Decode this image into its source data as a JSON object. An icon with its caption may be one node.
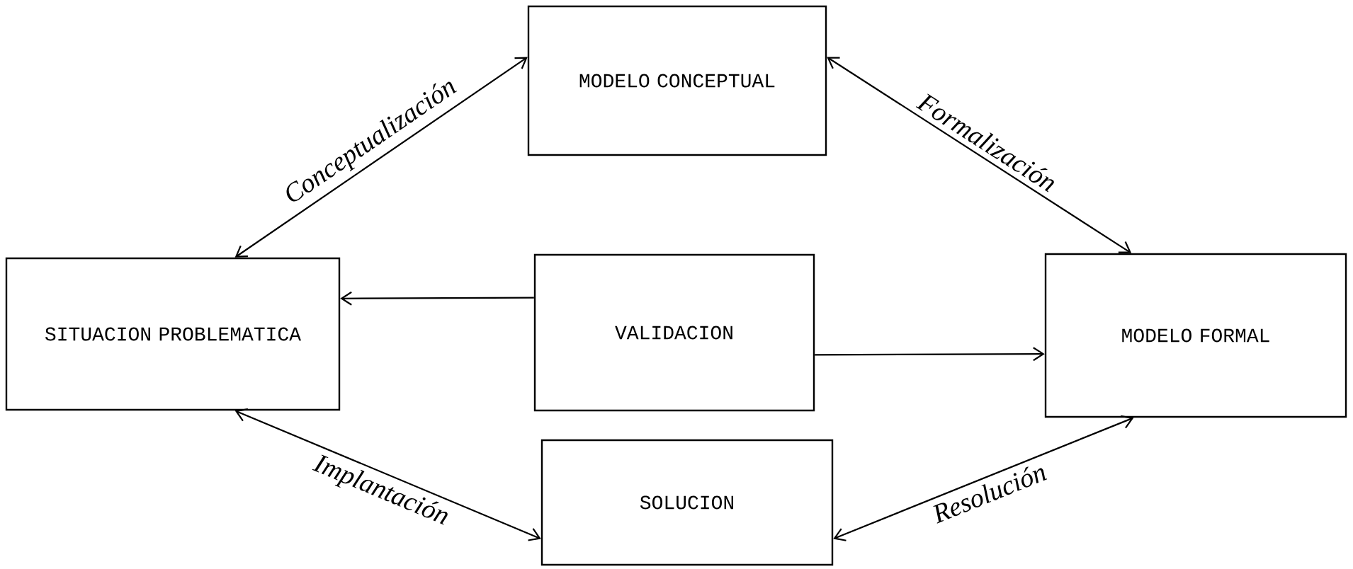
{
  "diagram": {
    "nodes": [
      {
        "text": [
          "MODELO CONCEPTUAL"
        ]
      },
      {
        "text": [
          "SITUACION PROBLEMATICA"
        ]
      },
      {
        "text": [
          "VALIDACION"
        ]
      },
      {
        "text": [
          "MODELO FORMAL"
        ]
      },
      {
        "text": [
          "SOLUCION"
        ]
      }
    ],
    "edges": [
      {
        "from": 1,
        "to": 0,
        "arrow": "both",
        "label": "Conceptualización"
      },
      {
        "from": 0,
        "to": 3,
        "arrow": "both",
        "label": "Formalización"
      },
      {
        "from": 2,
        "to": 1,
        "arrow": "to"
      },
      {
        "from": 2,
        "to": 3,
        "arrow": "to"
      },
      {
        "from": 1,
        "to": 4,
        "arrow": "both",
        "label": "Implantación"
      },
      {
        "from": 4,
        "to": 3,
        "arrow": "both",
        "label": "Resolución"
      }
    ]
  }
}
